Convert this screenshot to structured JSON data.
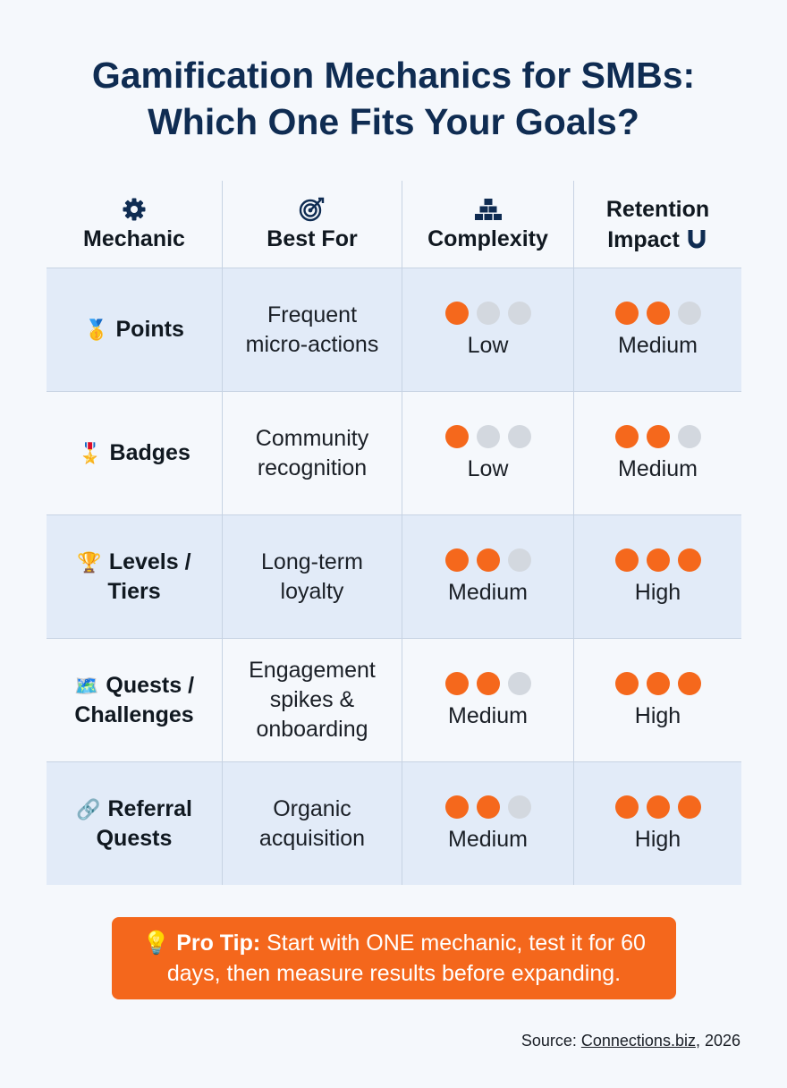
{
  "title_line1": "Gamification Mechanics for SMBs:",
  "title_line2": "Which One Fits Your Goals?",
  "headers": {
    "mechanic": "Mechanic",
    "best_for": "Best For",
    "complexity": "Complexity",
    "retention_line1": "Retention",
    "retention_line2": "Impact"
  },
  "header_icons": [
    "gear-icon",
    "target-icon",
    "blocks-icon",
    "magnet-icon"
  ],
  "rows": [
    {
      "icon": "🥇",
      "mechanic": [
        "Points"
      ],
      "best_for": [
        "Frequent",
        "micro-actions"
      ],
      "complexity": "Low",
      "complexity_level": 1,
      "retention": "Medium",
      "retention_level": 2
    },
    {
      "icon": "🎖️",
      "mechanic": [
        "Badges"
      ],
      "best_for": [
        "Community",
        "recognition"
      ],
      "complexity": "Low",
      "complexity_level": 1,
      "retention": "Medium",
      "retention_level": 2
    },
    {
      "icon": "🏆",
      "mechanic": [
        "Levels /",
        "Tiers"
      ],
      "best_for": [
        "Long-term",
        "loyalty"
      ],
      "complexity": "Medium",
      "complexity_level": 2,
      "retention": "High",
      "retention_level": 3
    },
    {
      "icon": "🗺️",
      "mechanic": [
        "Quests /",
        "Challenges"
      ],
      "best_for": [
        "Engagement",
        "spikes &",
        "onboarding"
      ],
      "complexity": "Medium",
      "complexity_level": 2,
      "retention": "High",
      "retention_level": 3
    },
    {
      "icon": "🔗",
      "mechanic": [
        "Referral",
        "Quests"
      ],
      "best_for": [
        "Organic",
        "acquisition"
      ],
      "complexity": "Medium",
      "complexity_level": 2,
      "retention": "High",
      "retention_level": 3
    }
  ],
  "tip": {
    "icon": "💡",
    "label": "Pro Tip:",
    "text": "Start with ONE mechanic, test it for 60 days, then measure results before expanding."
  },
  "source": {
    "prefix": "Source: ",
    "link": "Connections.biz",
    "suffix": ", 2026"
  },
  "colors": {
    "title": "#0f2c52",
    "accent": "#f4671c",
    "dot_off": "#d3d8df",
    "row_shade": "#e2ebf8",
    "border": "#c7d3e3"
  }
}
